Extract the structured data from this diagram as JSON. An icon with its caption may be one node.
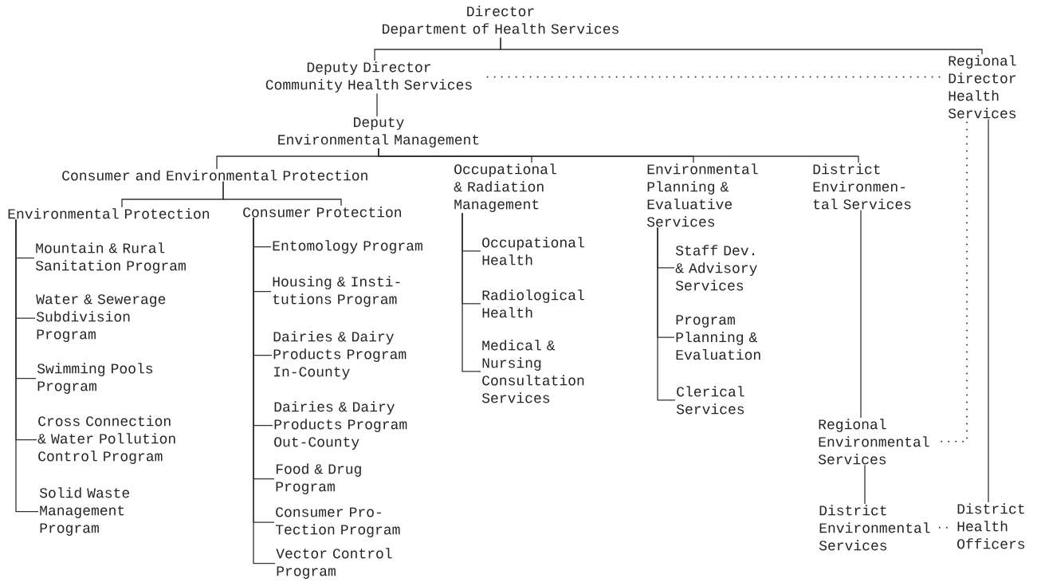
{
  "diagram": {
    "nodes": [
      {
        "text": [
          "Director",
          "Department of Health Services"
        ]
      },
      {
        "text": [
          "Deputy Director",
          "Community Health Services"
        ]
      },
      {
        "text": [
          "Deputy",
          "Environmental Management"
        ]
      },
      {
        "text": [
          "Regional Director Health Services"
        ]
      },
      {
        "text": [
          "Consumer and Environmental Protection"
        ]
      },
      {
        "text": [
          "Occupational & Radiation Management"
        ]
      },
      {
        "text": [
          "Environmental Planning & Evaluative Services"
        ]
      },
      {
        "text": [
          "District Environmen- tal Services"
        ]
      },
      {
        "text": [
          "Environmental Protection"
        ]
      },
      {
        "text": [
          "Consumer Protection"
        ]
      },
      {
        "text": [
          "Mountain & Rural Sanitation Program"
        ]
      },
      {
        "text": [
          "Water & Sewerage Subdivision Program"
        ]
      },
      {
        "text": [
          "Swimming Pools Program"
        ]
      },
      {
        "text": [
          "Cross Connection & Water Pollution Control Program"
        ]
      },
      {
        "text": [
          "Solid Waste Management Program"
        ]
      },
      {
        "text": [
          "Entomology Program"
        ]
      },
      {
        "text": [
          "Housing & Insti- tutions Program"
        ]
      },
      {
        "text": [
          "Dairies & Dairy Products Program In-County"
        ]
      },
      {
        "text": [
          "Dairies & Dairy Products Program Out-County"
        ]
      },
      {
        "text": [
          "Food & Drug Program"
        ]
      },
      {
        "text": [
          "Consumer Pro- Tection Program"
        ]
      },
      {
        "text": [
          "Vector Control Program"
        ]
      },
      {
        "text": [
          "Occupational Health"
        ]
      },
      {
        "text": [
          "Radiological Health"
        ]
      },
      {
        "text": [
          "Medical & Nursing Consultation Services"
        ]
      },
      {
        "text": [
          "Staff Dev. & Advisory Services"
        ]
      },
      {
        "text": [
          "Program Planning & Evaluation"
        ]
      },
      {
        "text": [
          "Clerical Services"
        ]
      },
      {
        "text": [
          "Regional Environmental Services"
        ]
      },
      {
        "text": [
          "District Environmental Services"
        ]
      },
      {
        "text": [
          "District Health Officers"
        ]
      }
    ],
    "edges": [
      {
        "from": 0,
        "to": 1,
        "arrow": "none"
      },
      {
        "from": 0,
        "to": 3,
        "arrow": "none"
      },
      {
        "from": 1,
        "to": 2,
        "arrow": "none"
      },
      {
        "from": 1,
        "to": 3,
        "arrow": "none",
        "style": "dashed"
      },
      {
        "from": 2,
        "to": 4,
        "arrow": "none"
      },
      {
        "from": 2,
        "to": 5,
        "arrow": "none"
      },
      {
        "from": 2,
        "to": 6,
        "arrow": "none"
      },
      {
        "from": 2,
        "to": 7,
        "arrow": "none"
      },
      {
        "from": 4,
        "to": 8,
        "arrow": "none"
      },
      {
        "from": 4,
        "to": 9,
        "arrow": "none"
      },
      {
        "from": 8,
        "to": 10,
        "arrow": "none"
      },
      {
        "from": 8,
        "to": 11,
        "arrow": "none"
      },
      {
        "from": 8,
        "to": 12,
        "arrow": "none"
      },
      {
        "from": 8,
        "to": 13,
        "arrow": "none"
      },
      {
        "from": 8,
        "to": 14,
        "arrow": "none"
      },
      {
        "from": 9,
        "to": 15,
        "arrow": "none"
      },
      {
        "from": 9,
        "to": 16,
        "arrow": "none"
      },
      {
        "from": 9,
        "to": 17,
        "arrow": "none"
      },
      {
        "from": 9,
        "to": 18,
        "arrow": "none"
      },
      {
        "from": 9,
        "to": 19,
        "arrow": "none"
      },
      {
        "from": 9,
        "to": 20,
        "arrow": "none"
      },
      {
        "from": 9,
        "to": 21,
        "arrow": "none"
      },
      {
        "from": 5,
        "to": 22,
        "arrow": "none"
      },
      {
        "from": 5,
        "to": 23,
        "arrow": "none"
      },
      {
        "from": 5,
        "to": 24,
        "arrow": "none"
      },
      {
        "from": 6,
        "to": 25,
        "arrow": "none"
      },
      {
        "from": 6,
        "to": 26,
        "arrow": "none"
      },
      {
        "from": 6,
        "to": 27,
        "arrow": "none"
      },
      {
        "from": 7,
        "to": 28,
        "arrow": "none"
      },
      {
        "from": 3,
        "to": 28,
        "arrow": "none",
        "style": "dashed"
      },
      {
        "from": 28,
        "to": 29,
        "arrow": "none"
      },
      {
        "from": 3,
        "to": 30,
        "arrow": "none"
      },
      {
        "from": 29,
        "to": 30,
        "arrow": "none",
        "style": "dashed"
      }
    ]
  }
}
